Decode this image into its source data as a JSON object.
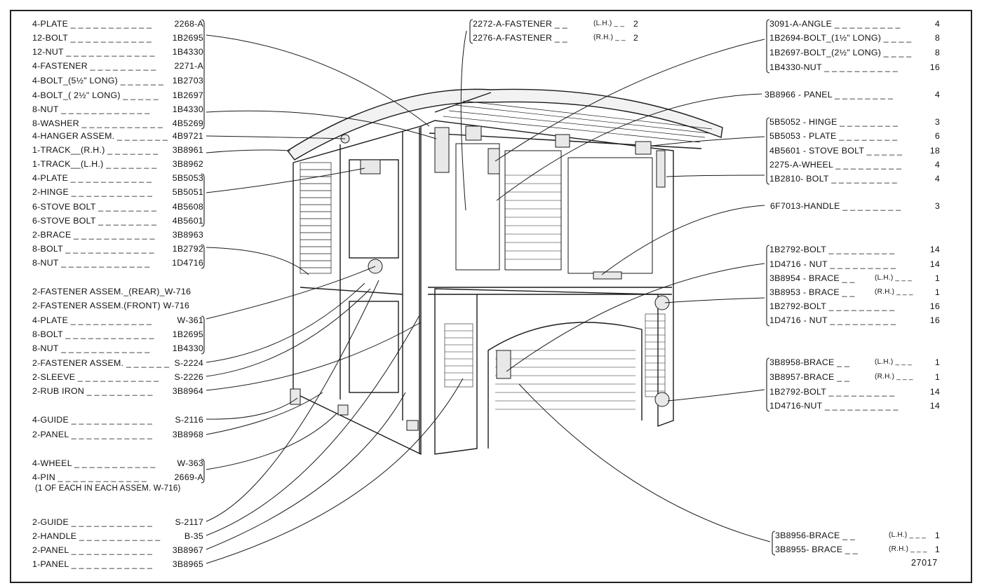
{
  "left_groups": [
    {
      "brace": true,
      "items": [
        [
          "4-PLATE",
          "2268-A"
        ],
        [
          "12-BOLT",
          "1B2695"
        ],
        [
          "12-NUT",
          "1B4330"
        ],
        [
          "4-FASTENER",
          "2271-A"
        ],
        [
          "4-BOLT_(5½\" LONG)",
          "1B2703"
        ],
        [
          "4-BOLT_( 2½\" LONG)",
          "1B2697"
        ],
        [
          "8-NUT",
          "1B4330"
        ],
        [
          "8-WASHER",
          "4B5269"
        ]
      ]
    },
    {
      "brace": false,
      "items": [
        [
          "4-HANGER ASSEM.",
          "4B9721"
        ],
        [
          "1-TRACK__(R.H.)",
          "3B8961"
        ],
        [
          "1-TRACK__(L.H.)",
          "3B8962"
        ]
      ]
    },
    {
      "brace": true,
      "items": [
        [
          "4-PLATE",
          "5B5053"
        ],
        [
          "2-HINGE",
          "5B5051"
        ],
        [
          "6-STOVE BOLT",
          "4B5608"
        ],
        [
          "6-STOVE BOLT",
          "4B5601"
        ]
      ]
    },
    {
      "brace": false,
      "items": [
        [
          "2-BRACE",
          "3B8963"
        ]
      ]
    },
    {
      "brace": true,
      "items": [
        [
          "8-BOLT",
          "1B2792"
        ],
        [
          "8-NUT",
          "1D4716"
        ]
      ]
    },
    {
      "brace": false,
      "items": [
        [
          "2-FASTENER ASSEM._(REAR)_W-716",
          ""
        ],
        [
          "2-FASTENER ASSEM.(FRONT) W-716",
          ""
        ]
      ]
    },
    {
      "brace": true,
      "items": [
        [
          "4-PLATE",
          "W-361"
        ],
        [
          "8-BOLT",
          "1B2695"
        ],
        [
          "8-NUT",
          "1B4330"
        ]
      ]
    },
    {
      "brace": false,
      "items": [
        [
          "2-FASTENER ASSEM.",
          "S-2224"
        ],
        [
          "2-SLEEVE",
          "S-2226"
        ],
        [
          "2-RUB IRON",
          "3B8964"
        ],
        [
          "4-GUIDE",
          "S-2116"
        ],
        [
          "2-PANEL",
          "3B8968"
        ]
      ]
    },
    {
      "brace": true,
      "items": [
        [
          "4-WHEEL",
          "W-363"
        ],
        [
          "4-PIN",
          "2669-A"
        ]
      ]
    },
    {
      "brace": false,
      "items": [
        [
          "2-GUIDE",
          "S-2117"
        ],
        [
          "2-HANDLE",
          "B-35"
        ],
        [
          "2-PANEL",
          "3B8967"
        ],
        [
          "1-PANEL",
          "3B8965"
        ]
      ]
    }
  ],
  "left_note": "(1 OF EACH IN EACH ASSEM. W-716)",
  "top_group": [
    [
      "2272-A-FASTENER",
      "(L.H.)",
      "2"
    ],
    [
      "2276-A-FASTENER",
      "(R.H.)",
      "2"
    ]
  ],
  "right_groups": [
    {
      "brace": true,
      "items": [
        [
          "3091-A-ANGLE",
          "",
          "4"
        ],
        [
          "1B2694-BOLT_(1½\" LONG)",
          "",
          "8"
        ],
        [
          "1B2697-BOLT_(2½\" LONG)",
          "",
          "8"
        ],
        [
          "1B4330-NUT",
          "",
          "16"
        ]
      ]
    },
    {
      "brace": false,
      "items": [
        [
          "3B8966 - PANEL",
          "",
          "4"
        ]
      ]
    },
    {
      "brace": true,
      "items": [
        [
          "5B5052 - HINGE",
          "",
          "3"
        ],
        [
          "5B5053 - PLATE",
          "",
          "6"
        ],
        [
          "4B5601 - STOVE BOLT",
          "",
          "18"
        ],
        [
          "2275-A-WHEEL",
          "",
          "4"
        ],
        [
          "1B2810- BOLT",
          "",
          "4"
        ]
      ]
    },
    {
      "brace": false,
      "items": [
        [
          "6F7013-HANDLE",
          "",
          "3"
        ]
      ]
    },
    {
      "brace": true,
      "items": [
        [
          "1B2792-BOLT",
          "",
          "14"
        ],
        [
          "1D4716 - NUT",
          "",
          "14"
        ],
        [
          "3B8954 - BRACE",
          "(L.H.)",
          "1"
        ],
        [
          "3B8953 - BRACE",
          "(R.H.)",
          "1"
        ],
        [
          "1B2792-BOLT",
          "",
          "16"
        ],
        [
          "1D4716 - NUT",
          "",
          "16"
        ]
      ]
    },
    {
      "brace": true,
      "items": [
        [
          "3B8958-BRACE",
          "(L.H.)",
          "1"
        ],
        [
          "3B8957-BRACE",
          "(R.H.)",
          "1"
        ],
        [
          "1B2792-BOLT",
          "",
          "14"
        ],
        [
          "1D4716-NUT",
          "",
          "14"
        ]
      ]
    },
    {
      "brace": true,
      "items": [
        [
          "3B8956-BRACE",
          "(L.H.)",
          "1"
        ],
        [
          "3B8955- BRACE",
          "(R.H.)",
          "1"
        ]
      ]
    }
  ],
  "drawing_number": "27017"
}
